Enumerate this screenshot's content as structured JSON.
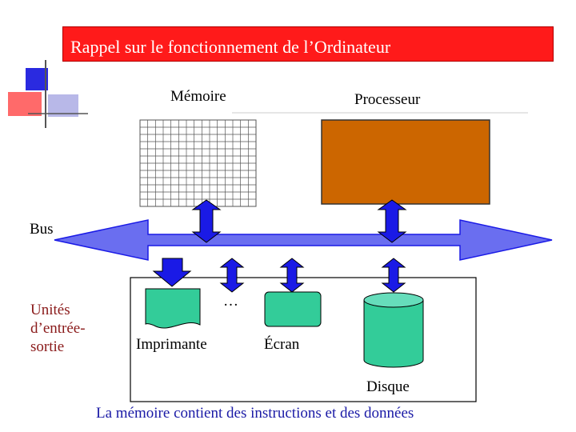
{
  "title": "Rappel sur le fonctionnement de l’Ordinateur",
  "labels": {
    "memoire": "Mémoire",
    "processeur": "Processeur",
    "bus": "Bus",
    "unites_line1": "Unités",
    "unites_line2": "d’entrée-",
    "unites_line3": "sortie",
    "ellipsis": "…",
    "imprimante": "Imprimante",
    "ecran": "Écran",
    "disque": "Disque"
  },
  "caption": "La mémoire contient des instructions et des données",
  "colors": {
    "title_bg": "#ff1a1a",
    "bus_fill": "#6a6ef0",
    "arrow_fill": "#1a1ae6",
    "processor_fill": "#cc6600",
    "device_fill": "#33cc99",
    "caption_color": "#1a1aa6",
    "unites_color": "#8a1a1a"
  }
}
